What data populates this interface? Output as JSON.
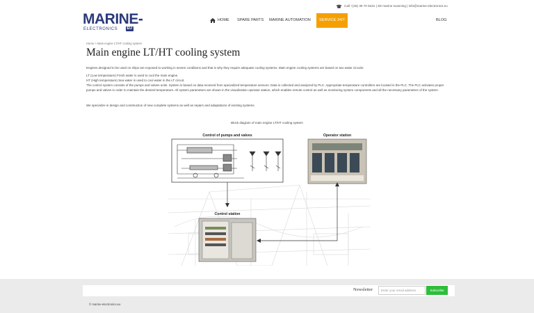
{
  "header": {
    "contact": "Call +(45) 39 70 9431  |  3D marine scanning  |  info@marine-electronics.eu",
    "logo": {
      "brand": "MARINE-",
      "sub": "ELECTRONICS",
      "badge": "EU"
    },
    "nav": [
      {
        "label": "HOME",
        "icon": "home-icon"
      },
      {
        "label": "SPARE PARTS"
      },
      {
        "label": "MARINE AUTOMATION"
      },
      {
        "label": "SERVICE 24/7",
        "highlight": "#f5a000"
      },
      {
        "label": "BLOG"
      }
    ]
  },
  "main": {
    "breadcrumb": "Home  >  Main engine LT/HT cooling system",
    "title": "Main engine LT/HT cooling system",
    "intro": "Engines designed to be used on ships are exposed to working in severe conditions and that is why they require adequate cooling systems. Main engine cooling systems are based on two water circuits:",
    "lt": "LT (Low temperature) Fresh water is used to cool the main engine.",
    "ht": "HT (High temperature) Sea water is used to cool water in the LT circuit.",
    "control": "The control system consists of the pumps and valves units. System is based on data received from specialized temperature sensors. Data is collected and analyzed by PLC. Appropriate temperature controllers are located in the PLC. The PLC activates proper pumps and valves in order to maintain the desired temperature. All system parameters are shown in the visualization operator station, which enables remote control as well as monitoring system components and all the necessary parameters of the system.",
    "specialize": "We specialize in design and construction of new complete systems as well as repairs and adaptations of existing systems.",
    "diagram": {
      "caption": "Block diagram of main engine LT/HT cooling system",
      "control_label": "Control of pumps and valves",
      "operator_label": "Operator station",
      "station_label": "Control station"
    }
  },
  "footer": {
    "newsletter_label": "Newsletter",
    "email_placeholder": "Enter your email address",
    "subscribe_label": "Subscribe",
    "copyright": "© marine-electronics.eu"
  },
  "colors": {
    "brand": "#2b3a7a",
    "accent": "#f5a000",
    "subscribe": "#2ebd3a",
    "footer_bg": "#ebebeb"
  }
}
